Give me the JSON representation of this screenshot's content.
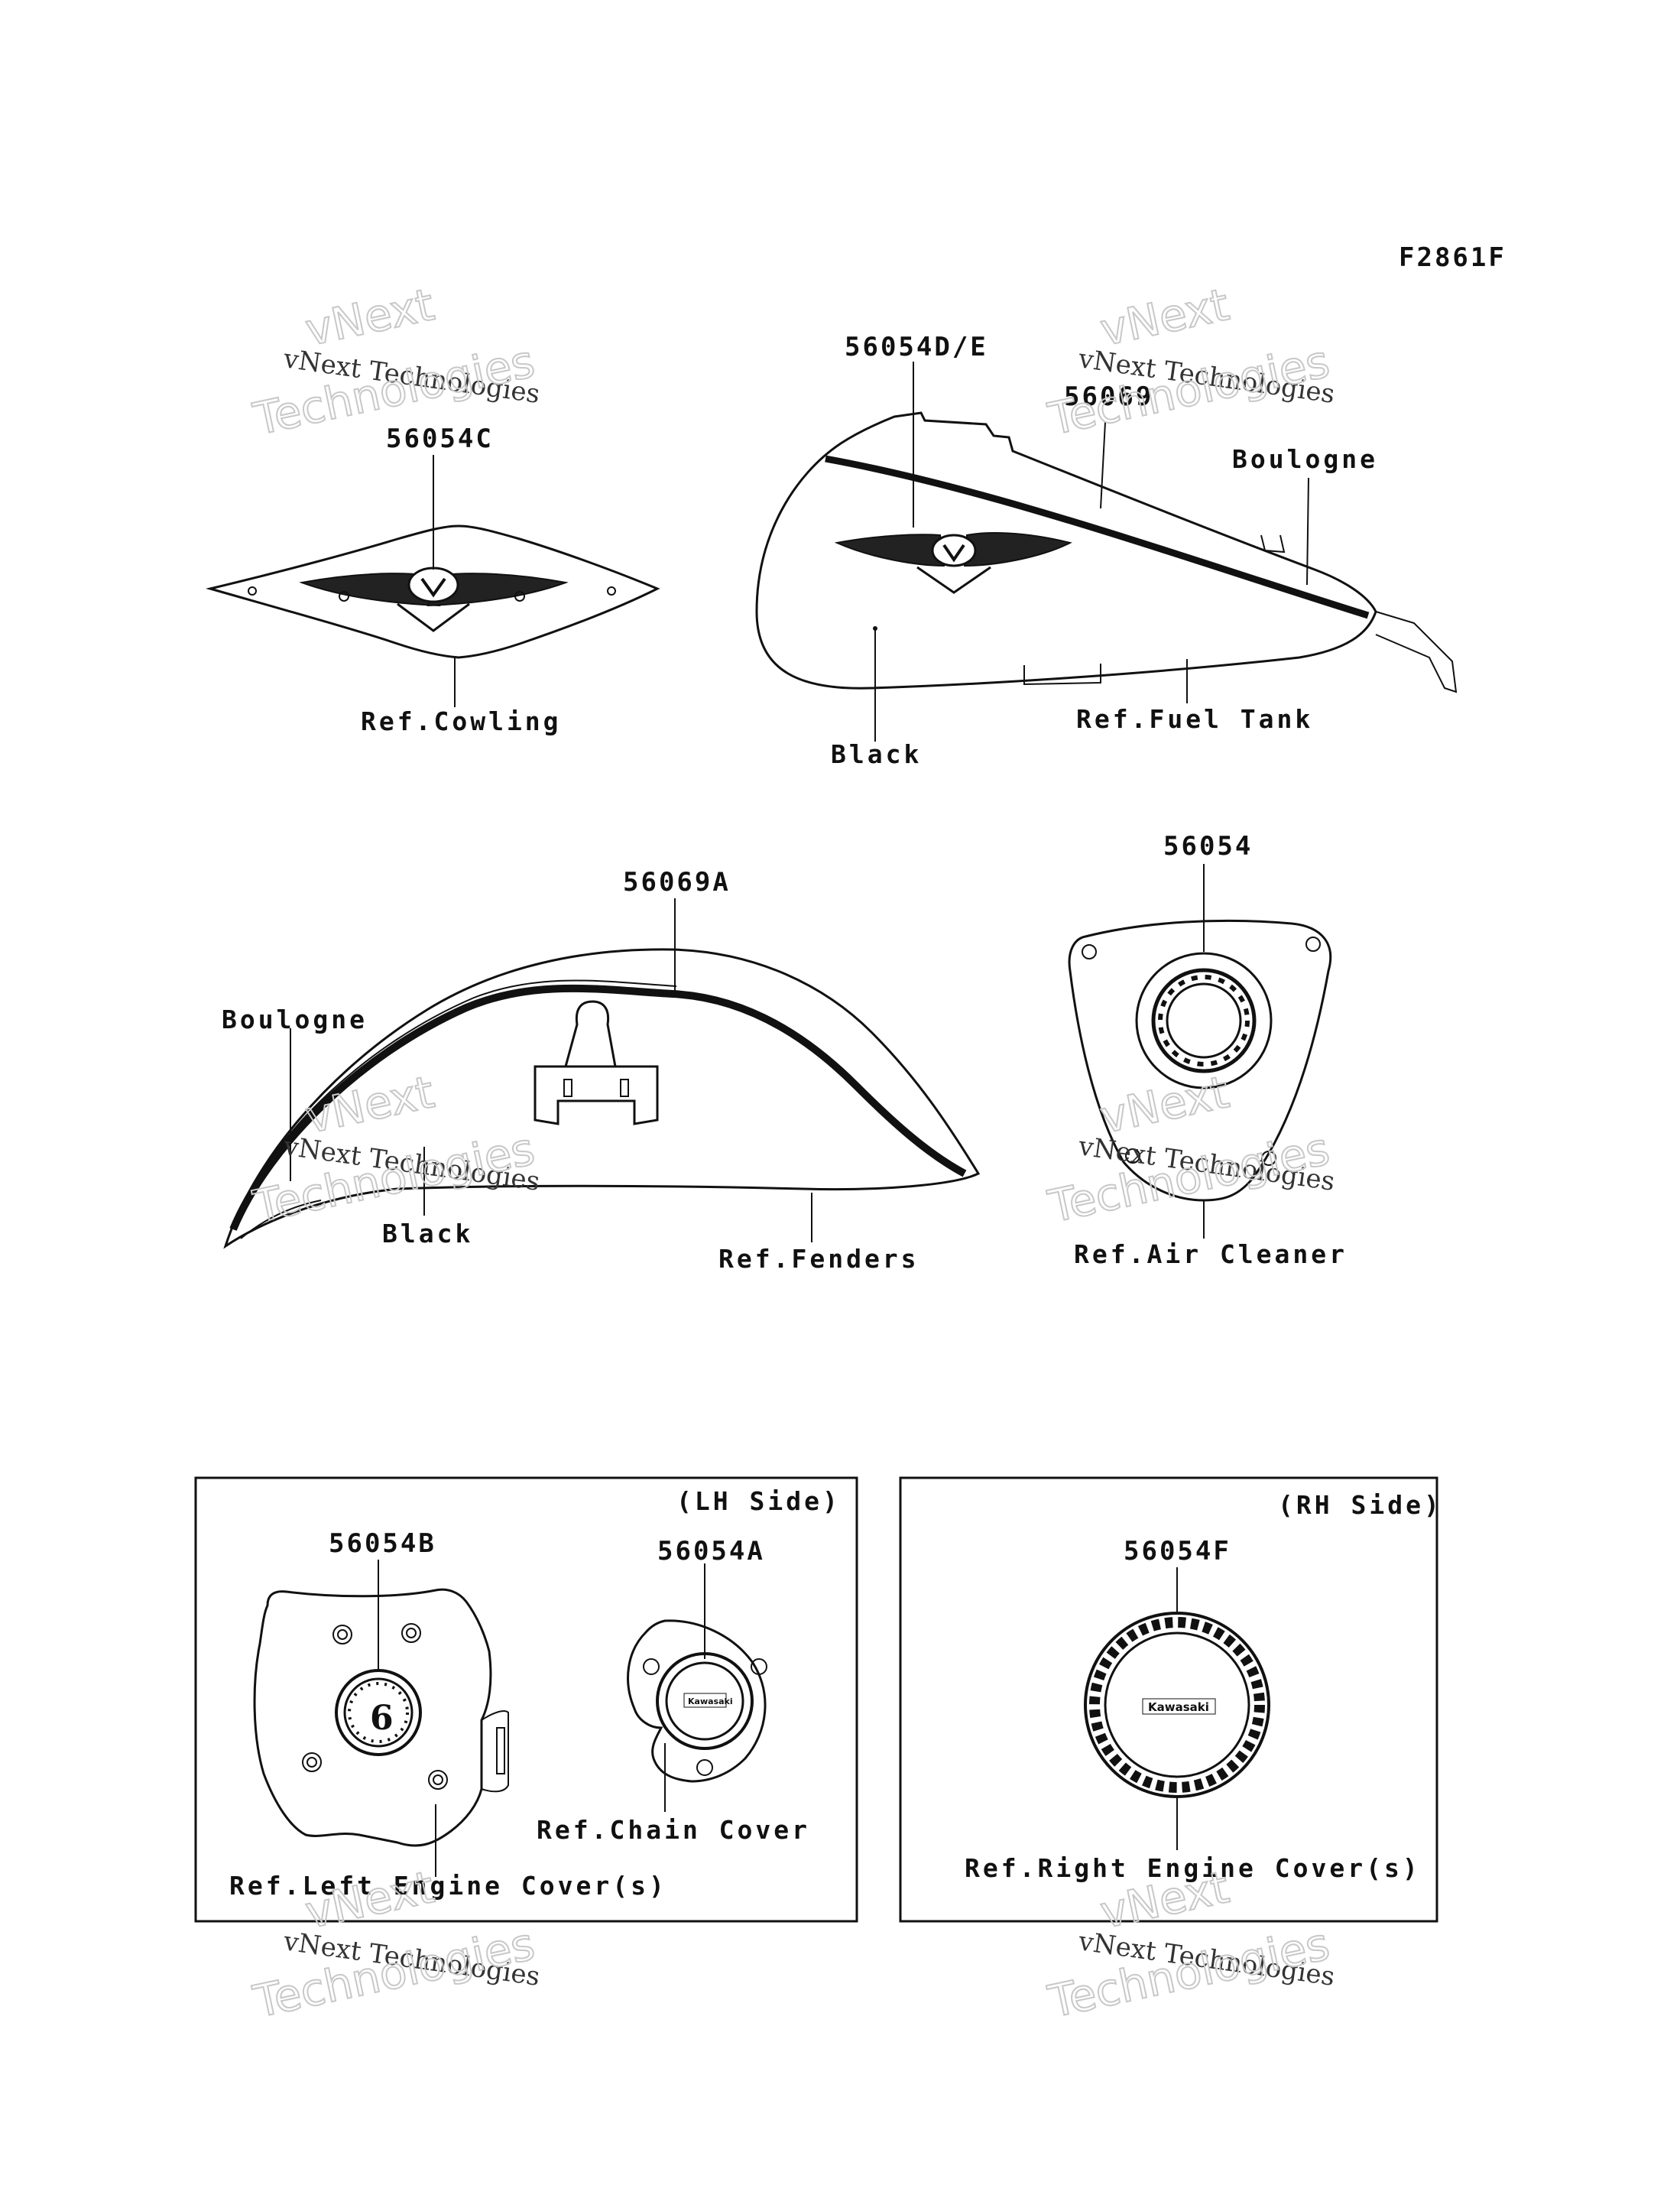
{
  "figure_code": "F2861F",
  "watermark": {
    "line1": "vNext Technologies",
    "line2": "vNext",
    "line3": "Technologies"
  },
  "parts": {
    "cowling": {
      "code": "56054C",
      "ref": "Ref.Cowling"
    },
    "fuel_tank": {
      "code_emblem": "56054D/E",
      "code_stripe": "56069",
      "ref": "Ref.Fuel Tank",
      "color_body": "Black",
      "color_stripe": "Boulogne"
    },
    "fender": {
      "code": "56069A",
      "ref": "Ref.Fenders",
      "color_body": "Black",
      "color_stripe": "Boulogne"
    },
    "air_cleaner": {
      "code": "56054",
      "ref": "Ref.Air Cleaner"
    }
  },
  "panels": {
    "lh": {
      "title": "(LH Side)",
      "left_engine_cover": {
        "code": "56054B",
        "ref": "Ref.Left Engine Cover(s)",
        "dial_number": "6"
      },
      "chain_cover": {
        "code": "56054A",
        "ref": "Ref.Chain Cover",
        "badge": "Kawasaki"
      }
    },
    "rh": {
      "title": "(RH Side)",
      "right_engine_cover": {
        "code": "56054F",
        "ref": "Ref.Right Engine Cover(s)",
        "badge": "Kawasaki"
      }
    }
  }
}
